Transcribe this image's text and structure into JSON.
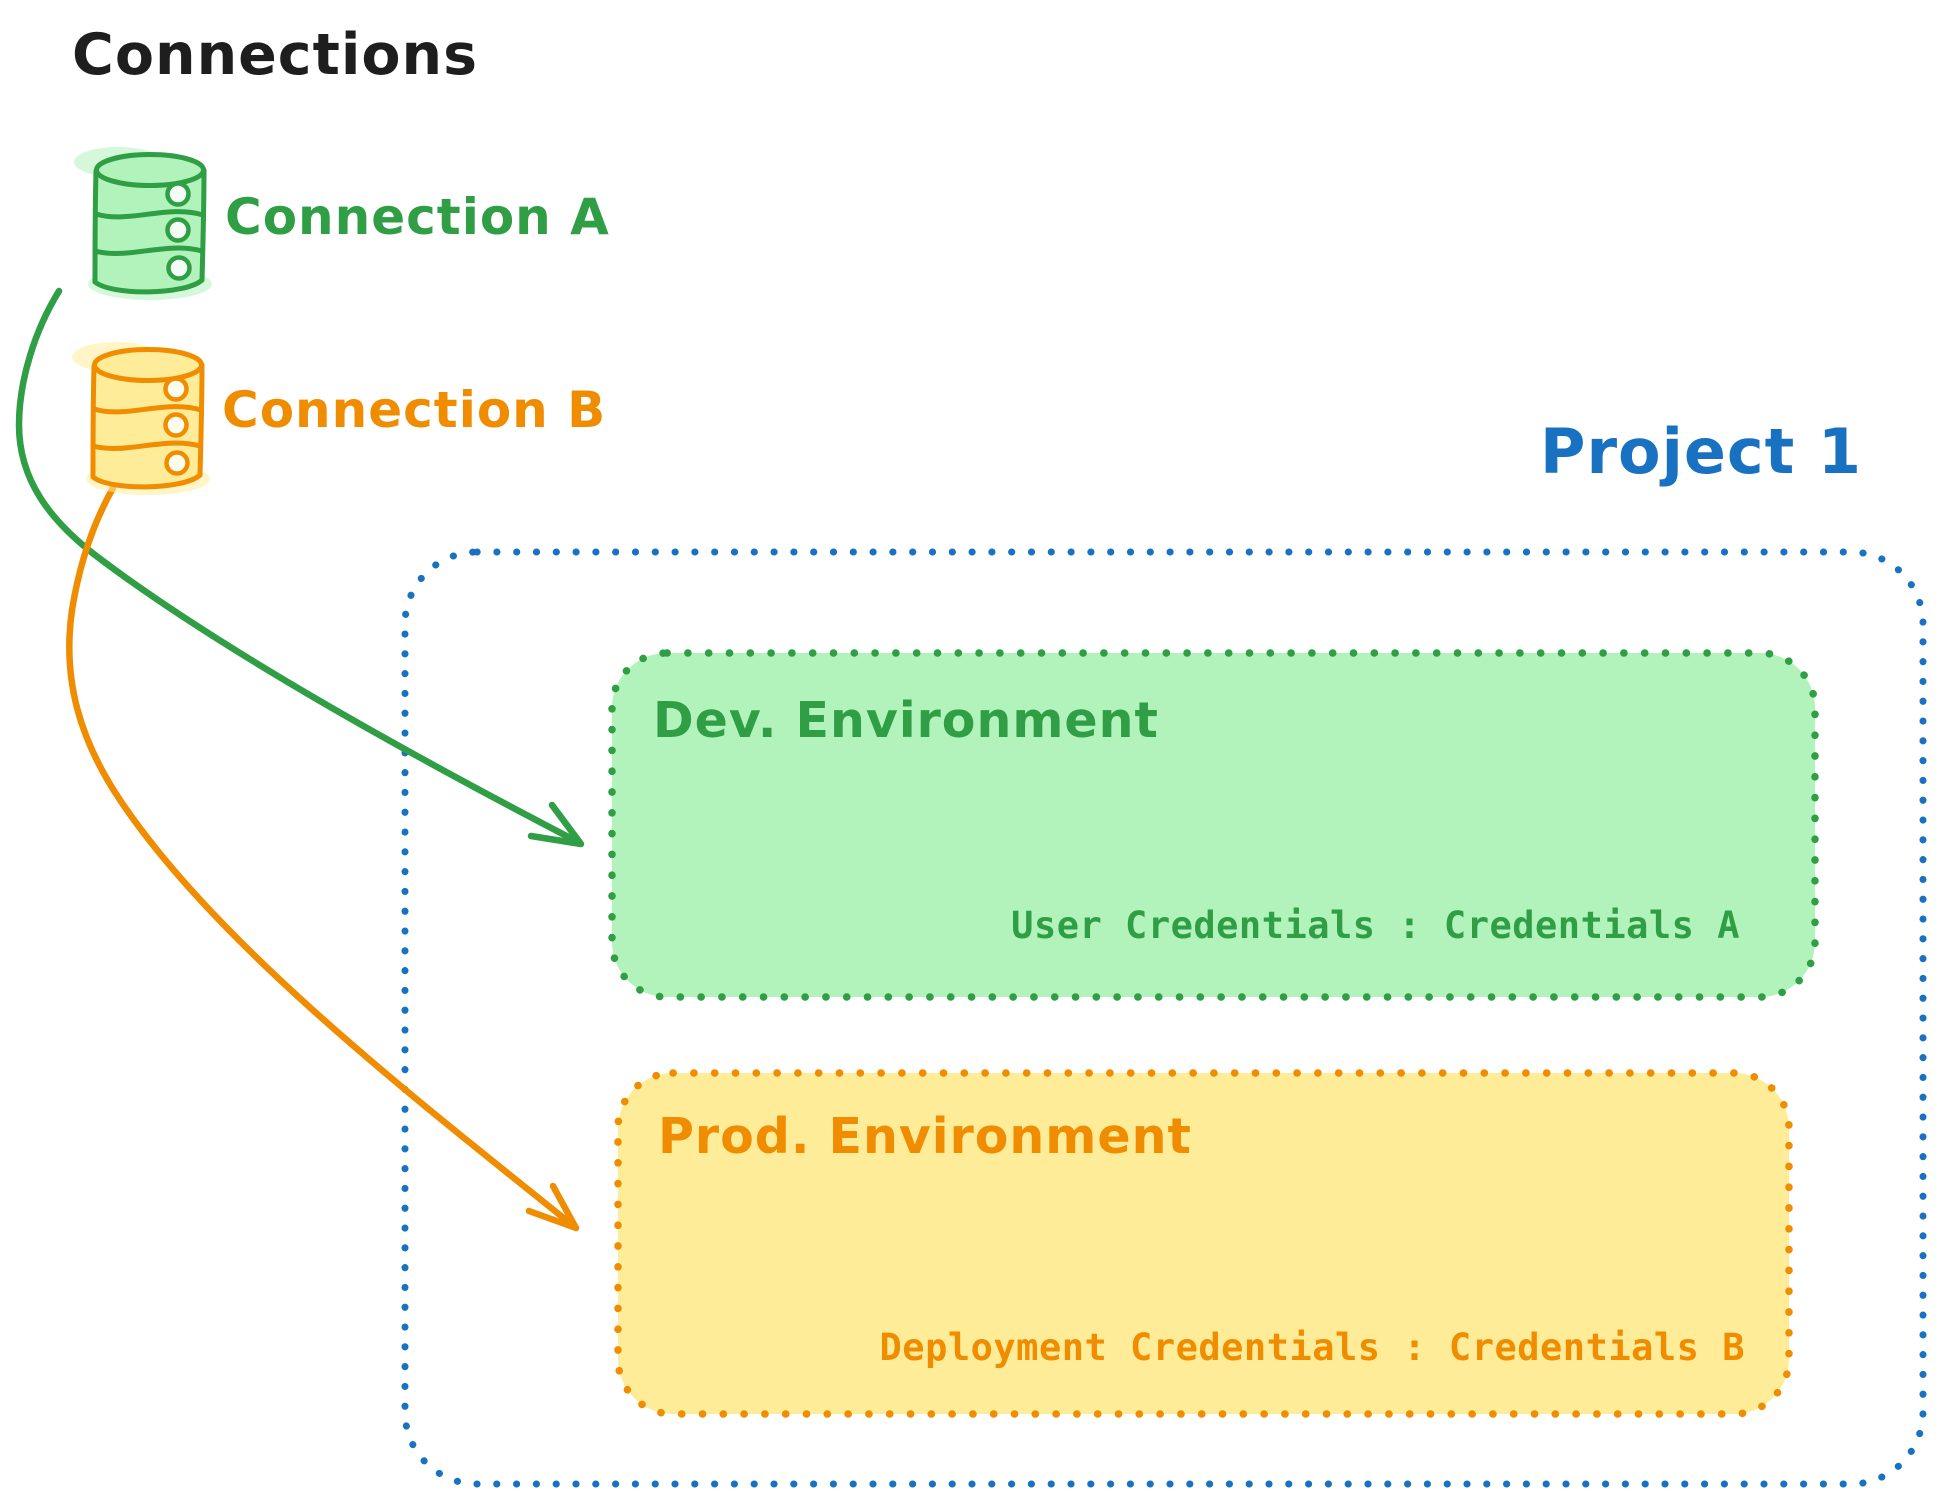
{
  "title": "Connections",
  "colors": {
    "ink": "#1e1e1e",
    "green": "#2f9e44",
    "green_fill": "#b2f2bb",
    "orange": "#f08c00",
    "orange_fill": "#ffec99",
    "blue": "#1971c2"
  },
  "icons": {
    "connection_a": "database-icon",
    "connection_b": "database-icon"
  },
  "connections": [
    {
      "label": "Connection A",
      "color": "green"
    },
    {
      "label": "Connection B",
      "color": "orange"
    }
  ],
  "project": {
    "label": "Project 1",
    "environments": [
      {
        "name": "Dev. Environment",
        "credentials": "User Credentials : Credentials A",
        "color": "green",
        "linked_connection": "Connection A"
      },
      {
        "name": "Prod. Environment",
        "credentials": "Deployment Credentials : Credentials B",
        "color": "orange",
        "linked_connection": "Connection B"
      }
    ]
  }
}
